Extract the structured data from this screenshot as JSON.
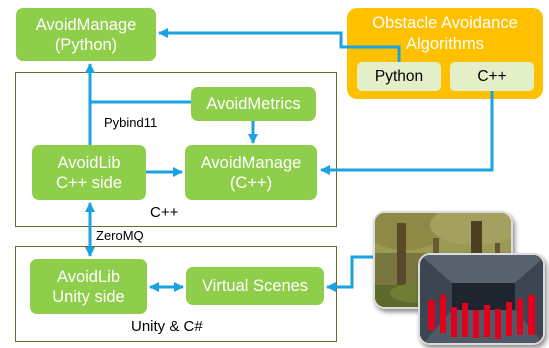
{
  "nodes": {
    "avoidmanage_py": {
      "line1": "AvoidManage",
      "line2": "(Python)"
    },
    "algorithms": {
      "line1": "Obstacle Avoidance",
      "line2": "Algorithms"
    },
    "lang_python": "Python",
    "lang_cpp": "C++",
    "avoidmetrics": "AvoidMetrics",
    "avoidlib_cpp": {
      "line1": "AvoidLib",
      "line2": "C++ side"
    },
    "avoidmanage_cpp": {
      "line1": "AvoidManage",
      "line2": "(C++)"
    },
    "avoidlib_unity": {
      "line1": "AvoidLib",
      "line2": "Unity side"
    },
    "virtual_scenes": "Virtual Scenes"
  },
  "containers": {
    "cpp": "C++",
    "unity": "Unity & C#"
  },
  "edge_labels": {
    "pybind": "Pybind11",
    "zeromq": "ZeroMQ"
  },
  "colors": {
    "node_green": "#8fce4a",
    "orange_panel": "#ffc000",
    "lang_box": "#e3efc8",
    "arrow": "#1aa3e0",
    "container_border": "#6b6b2a"
  }
}
